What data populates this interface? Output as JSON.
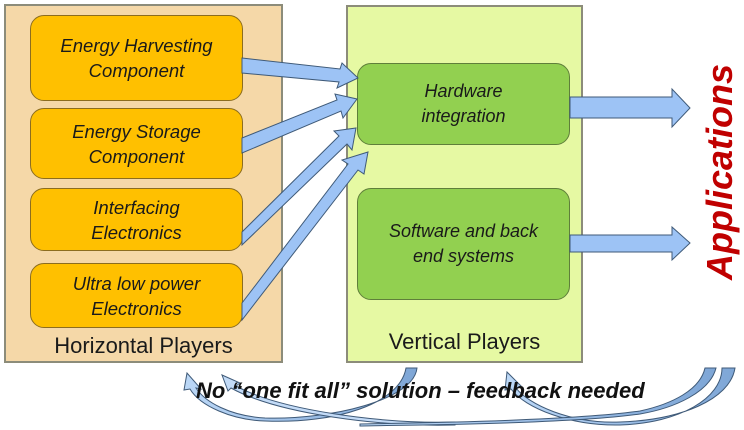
{
  "horizontal": {
    "label": "Horizontal Players",
    "boxes": [
      {
        "line1": "Energy Harvesting",
        "line2": "Component"
      },
      {
        "line1": "Energy Storage",
        "line2": "Component"
      },
      {
        "line1": "Interfacing",
        "line2": "Electronics"
      },
      {
        "line1": "Ultra low power",
        "line2": "Electronics"
      }
    ]
  },
  "vertical": {
    "label": "Vertical Players",
    "boxes": [
      {
        "line1": "Hardware",
        "line2": "integration"
      },
      {
        "line1": "Software and back",
        "line2": "end systems"
      }
    ]
  },
  "applications_label": "Applications",
  "feedback_label": "No “one fit all” solution – feedback needed",
  "colors": {
    "horizontal_panel": "#f5d8a8",
    "vertical_panel": "#e6f9a3",
    "component_box": "#ffc000",
    "system_box": "#92d050",
    "arrow": "#9dc3f5",
    "applications": "#c00000"
  }
}
